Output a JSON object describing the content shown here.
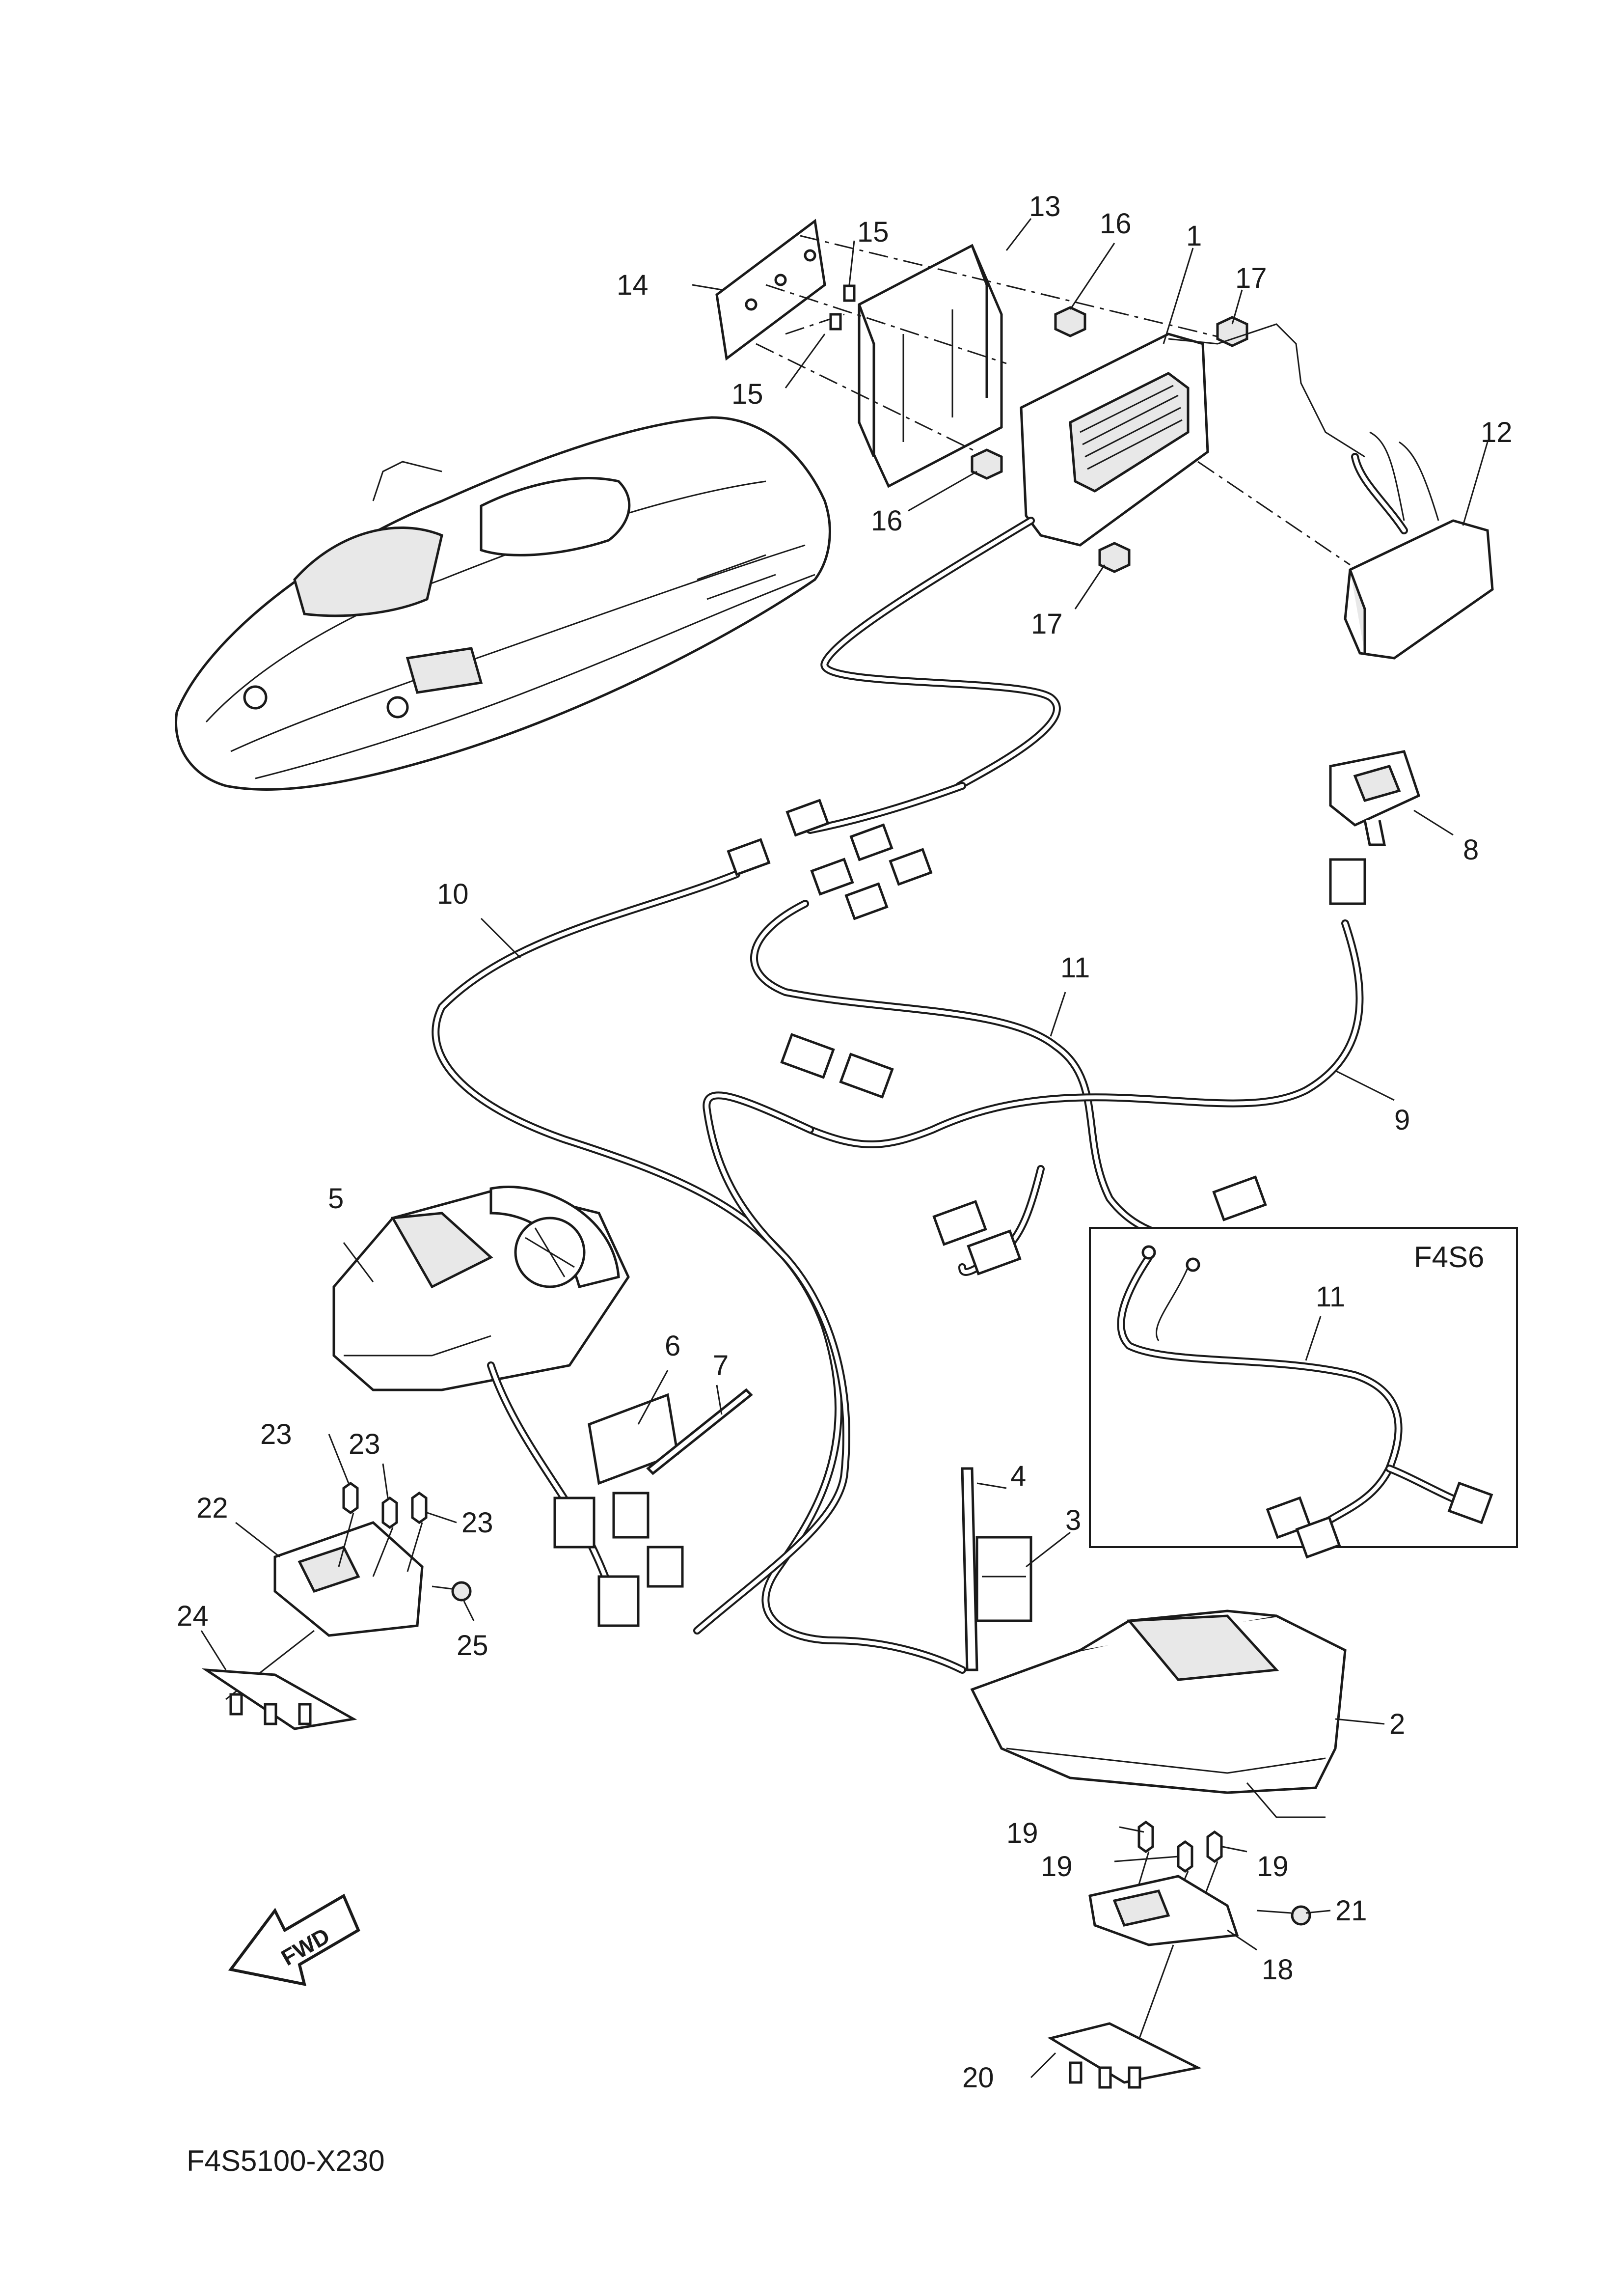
{
  "diagram": {
    "figure_code": "F4S5100-X230",
    "inset_label": "F4S6",
    "fwd_label": "FWD",
    "callouts": [
      {
        "id": "c1",
        "text": "1"
      },
      {
        "id": "c2",
        "text": "2"
      },
      {
        "id": "c3",
        "text": "3"
      },
      {
        "id": "c4",
        "text": "4"
      },
      {
        "id": "c5",
        "text": "5"
      },
      {
        "id": "c6",
        "text": "6"
      },
      {
        "id": "c7",
        "text": "7"
      },
      {
        "id": "c8",
        "text": "8"
      },
      {
        "id": "c9",
        "text": "9"
      },
      {
        "id": "c10",
        "text": "10"
      },
      {
        "id": "c11",
        "text": "11"
      },
      {
        "id": "c11b",
        "text": "11"
      },
      {
        "id": "c12",
        "text": "12"
      },
      {
        "id": "c13",
        "text": "13"
      },
      {
        "id": "c14",
        "text": "14"
      },
      {
        "id": "c15a",
        "text": "15"
      },
      {
        "id": "c15b",
        "text": "15"
      },
      {
        "id": "c16a",
        "text": "16"
      },
      {
        "id": "c16b",
        "text": "16"
      },
      {
        "id": "c17a",
        "text": "17"
      },
      {
        "id": "c17b",
        "text": "17"
      },
      {
        "id": "c18",
        "text": "18"
      },
      {
        "id": "c19a",
        "text": "19"
      },
      {
        "id": "c19b",
        "text": "19"
      },
      {
        "id": "c19c",
        "text": "19"
      },
      {
        "id": "c20",
        "text": "20"
      },
      {
        "id": "c21",
        "text": "21"
      },
      {
        "id": "c22",
        "text": "22"
      },
      {
        "id": "c23a",
        "text": "23"
      },
      {
        "id": "c23b",
        "text": "23"
      },
      {
        "id": "c23c",
        "text": "23"
      },
      {
        "id": "c24",
        "text": "24"
      },
      {
        "id": "c25",
        "text": "25"
      }
    ]
  }
}
